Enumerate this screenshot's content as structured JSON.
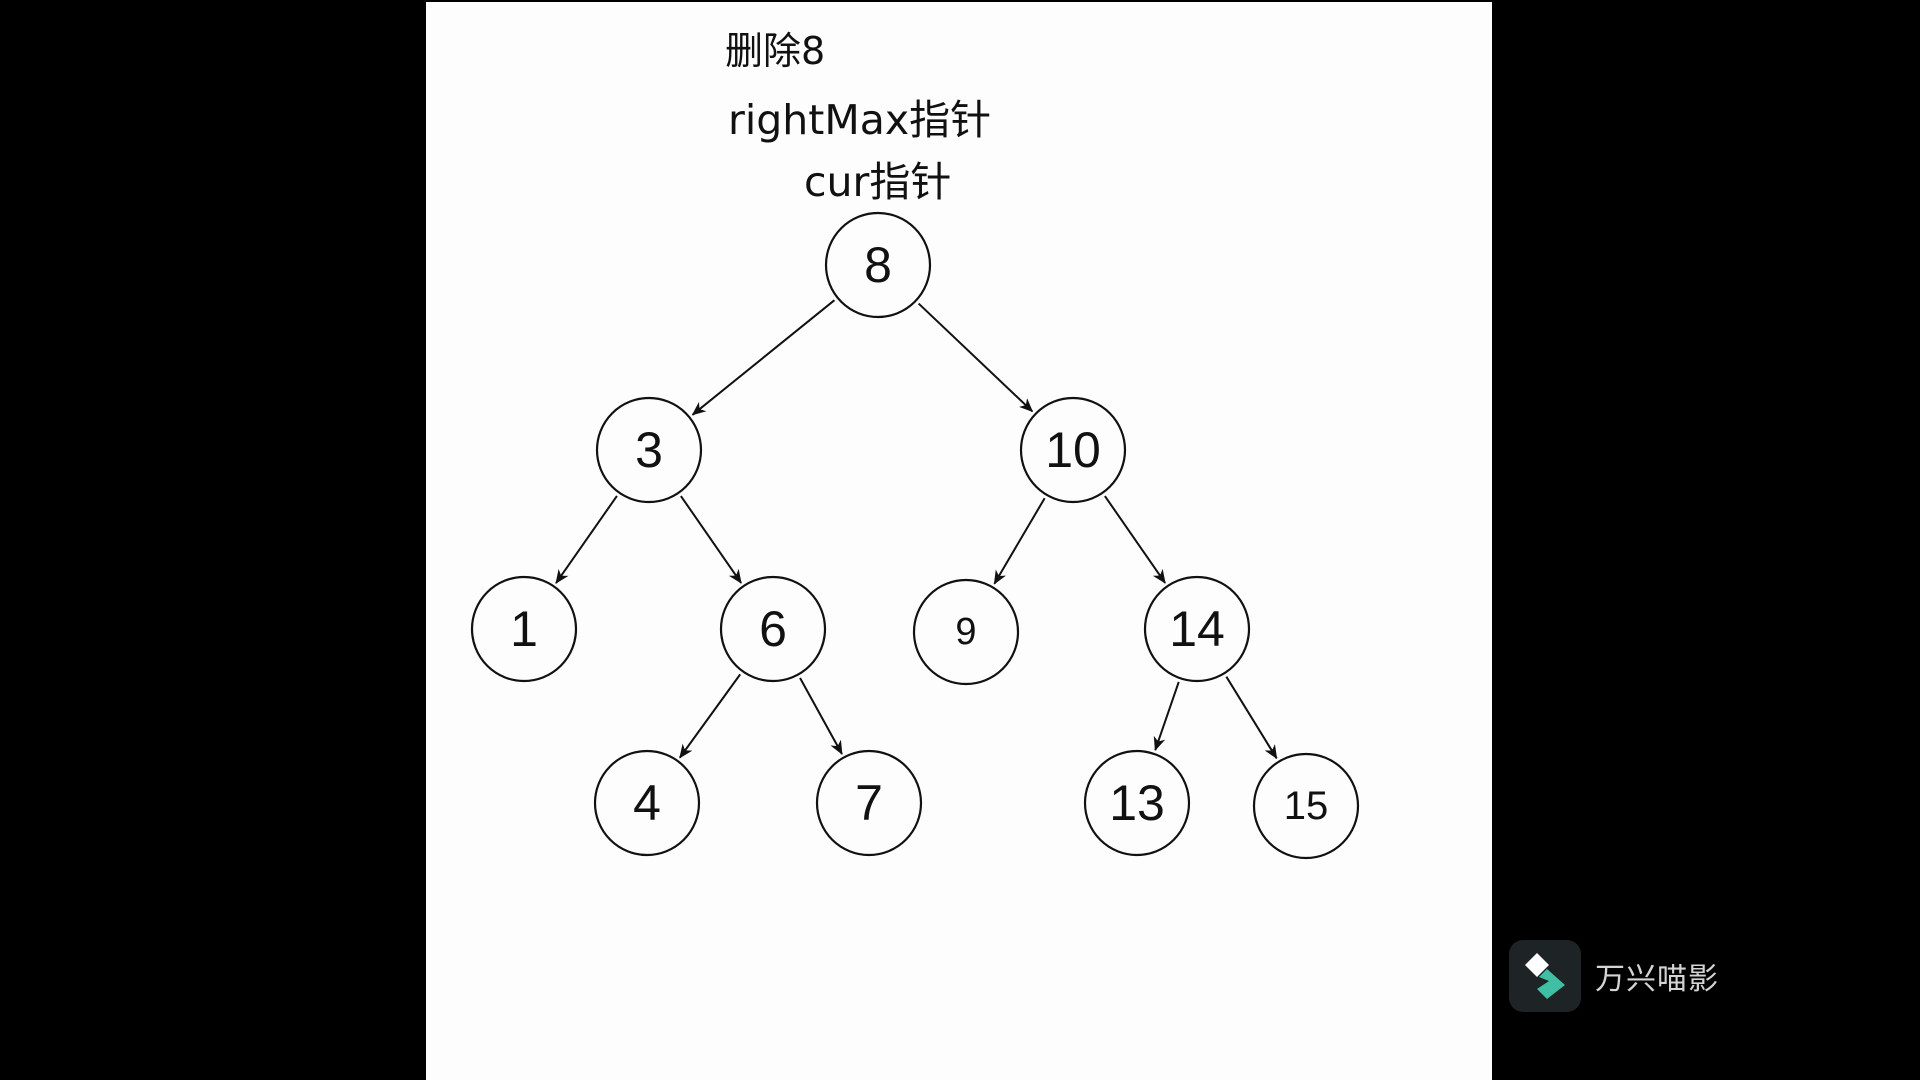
{
  "captions": {
    "title": "删除8",
    "right_max_pointer": "rightMax指针",
    "cur_pointer": "cur指针"
  },
  "tree": {
    "nodes": [
      {
        "id": "n8",
        "label": "8"
      },
      {
        "id": "n3",
        "label": "3"
      },
      {
        "id": "n10",
        "label": "10"
      },
      {
        "id": "n1",
        "label": "1"
      },
      {
        "id": "n6",
        "label": "6"
      },
      {
        "id": "n9",
        "label": "9"
      },
      {
        "id": "n14",
        "label": "14"
      },
      {
        "id": "n4",
        "label": "4"
      },
      {
        "id": "n7",
        "label": "7"
      },
      {
        "id": "n13",
        "label": "13"
      },
      {
        "id": "n15",
        "label": "15"
      }
    ],
    "edges": [
      [
        "n8",
        "n3"
      ],
      [
        "n8",
        "n10"
      ],
      [
        "n3",
        "n1"
      ],
      [
        "n3",
        "n6"
      ],
      [
        "n10",
        "n9"
      ],
      [
        "n10",
        "n14"
      ],
      [
        "n6",
        "n4"
      ],
      [
        "n6",
        "n7"
      ],
      [
        "n14",
        "n13"
      ],
      [
        "n14",
        "n15"
      ]
    ]
  },
  "watermark": {
    "text": "万兴喵影",
    "icon": "wondershare-filmora-logo-icon"
  },
  "colors": {
    "background": "#000000",
    "canvas": "#fdfdfd",
    "stroke": "#111111",
    "logo_teal": "#3fbfa3",
    "logo_white": "#ffffff"
  }
}
